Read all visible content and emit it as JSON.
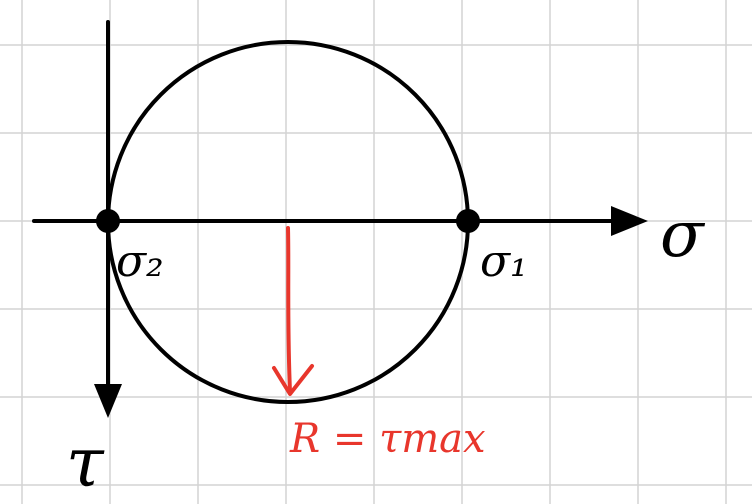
{
  "diagram": {
    "sigma_axis_label": "σ",
    "tau_axis_label": "τ",
    "point_labels": {
      "sigma_2": "σ₂",
      "sigma_1": "σ₁"
    },
    "radius_label": "R = τmax",
    "colors": {
      "ink": "#000000",
      "annotation": "#e8362c",
      "grid": "#d4d4d4",
      "background": "#ffffff"
    }
  }
}
